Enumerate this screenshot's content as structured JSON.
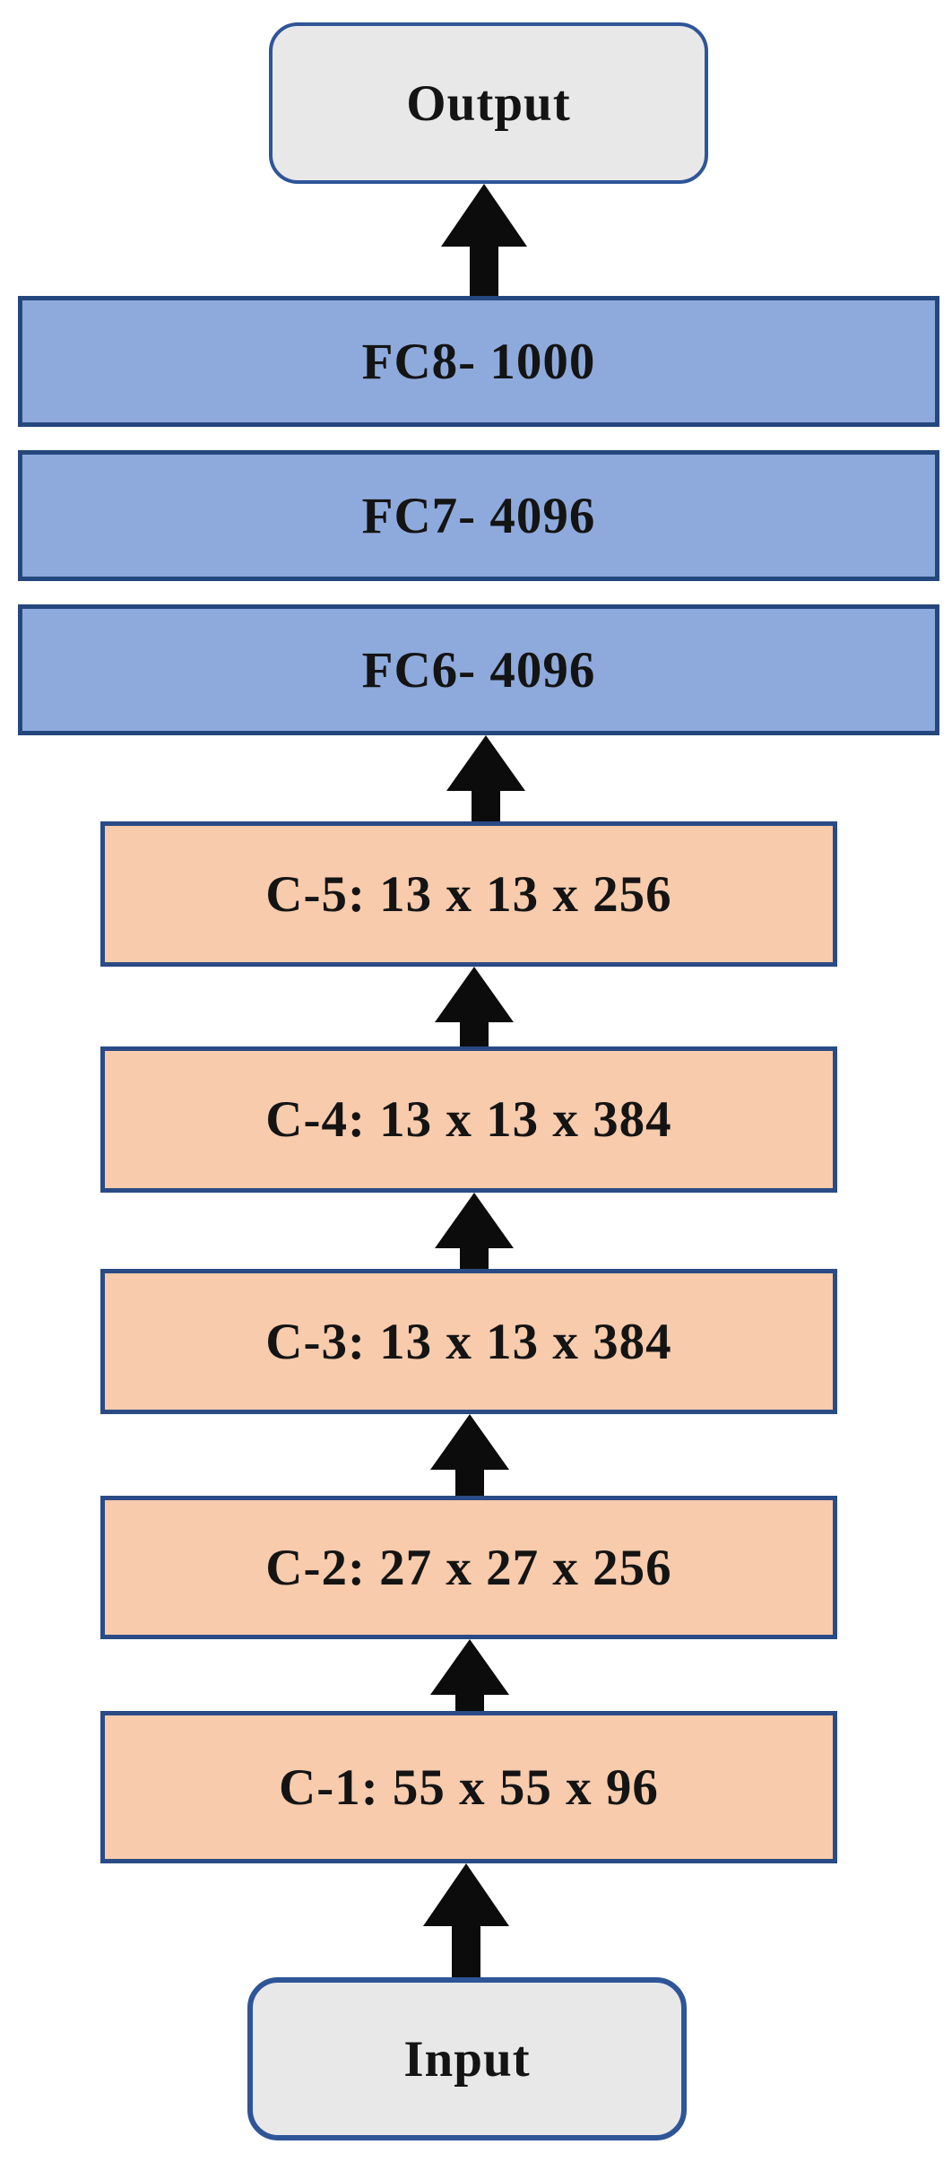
{
  "diagram": {
    "type": "flowchart",
    "description": "CNN (AlexNet-style) architecture flow from Input through five convolution layers and three fully-connected layers to Output",
    "nodes": {
      "output": {
        "label": "Output",
        "type": "terminal"
      },
      "fc8": {
        "label": "FC8- 1000",
        "type": "fully-connected"
      },
      "fc7": {
        "label": "FC7- 4096",
        "type": "fully-connected"
      },
      "fc6": {
        "label": "FC6- 4096",
        "type": "fully-connected"
      },
      "c5": {
        "label": "C-5: 13 x 13 x 256",
        "type": "convolution"
      },
      "c4": {
        "label": "C-4: 13 x 13 x 384",
        "type": "convolution"
      },
      "c3": {
        "label": "C-3: 13 x 13 x 384",
        "type": "convolution"
      },
      "c2": {
        "label": "C-2: 27 x 27 x 256",
        "type": "convolution"
      },
      "c1": {
        "label": "C-1: 55 x 55 x 96",
        "type": "convolution"
      },
      "input": {
        "label": "Input",
        "type": "terminal"
      }
    },
    "connections": [
      {
        "from": "input",
        "to": "c1",
        "arrow": "up"
      },
      {
        "from": "c1",
        "to": "c2",
        "arrow": "up"
      },
      {
        "from": "c2",
        "to": "c3",
        "arrow": "up"
      },
      {
        "from": "c3",
        "to": "c4",
        "arrow": "up"
      },
      {
        "from": "c4",
        "to": "c5",
        "arrow": "up"
      },
      {
        "from": "c5",
        "to": "fc6",
        "arrow": "up"
      },
      {
        "from": "fc6",
        "to": "fc7",
        "arrow": "none-adjacent"
      },
      {
        "from": "fc7",
        "to": "fc8",
        "arrow": "none-adjacent"
      },
      {
        "from": "fc8",
        "to": "output",
        "arrow": "up"
      }
    ],
    "colors": {
      "background": "#FFFFFF",
      "fully_connected_fill": "#8EAADC",
      "convolution_fill": "#F7CBAC",
      "terminal_fill": "#E8E8E8",
      "box_border": "#24477E",
      "terminal_border": "#2E5597",
      "arrow": "#0C0C0C",
      "text": "#141414"
    }
  }
}
